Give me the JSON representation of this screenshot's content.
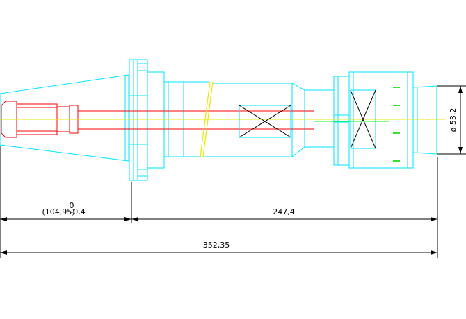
{
  "drawing": {
    "dimensions": {
      "tolerance_upper": "0",
      "left_length": "(104,95)",
      "tolerance_lower": "-0,4",
      "middle_length": "247,4",
      "total_length": "352,35",
      "diameter": "ø 53,2"
    },
    "colors": {
      "background": "#ffffff",
      "outline": "#00e5ff",
      "thread": "#ff0000",
      "centerline": "#e8e800",
      "centerline_green": "#00ff00",
      "dimension": "#000000",
      "cross": "#000000",
      "tick": "#00dd00"
    }
  }
}
